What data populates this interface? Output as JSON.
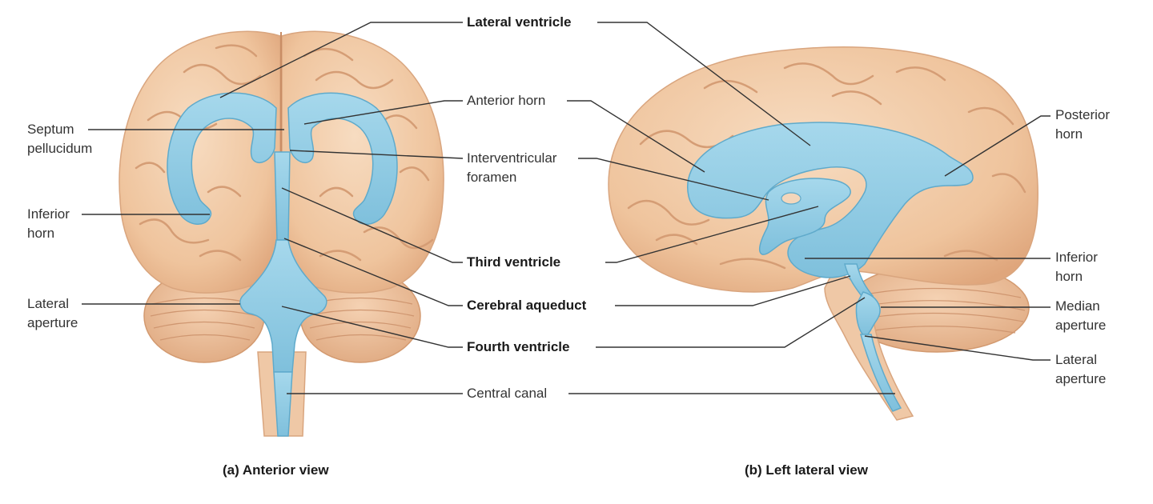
{
  "labels": {
    "lateral_ventricle": "Lateral ventricle",
    "anterior_horn": "Anterior horn",
    "interventricular_1": "Interventricular",
    "interventricular_2": "foramen",
    "third_ventricle": "Third ventricle",
    "cerebral_aqueduct": "Cerebral aqueduct",
    "fourth_ventricle": "Fourth ventricle",
    "central_canal": "Central canal",
    "septum_1": "Septum",
    "septum_2": "pellucidum",
    "inferior_horn_a_1": "Inferior",
    "inferior_horn_a_2": "horn",
    "lateral_aperture_a_1": "Lateral",
    "lateral_aperture_a_2": "aperture",
    "posterior_horn_1": "Posterior",
    "posterior_horn_2": "horn",
    "inferior_horn_b_1": "Inferior",
    "inferior_horn_b_2": "horn",
    "median_aperture_1": "Median",
    "median_aperture_2": "aperture",
    "lateral_aperture_b_1": "Lateral",
    "lateral_aperture_b_2": "aperture"
  },
  "captions": {
    "anterior": "(a) Anterior view",
    "lateral": "(b) Left lateral view"
  },
  "colors": {
    "brain": "#f1c9a5",
    "brain_shadow": "#e3ac82",
    "ventricle": "#8fcbe3",
    "ventricle_edge": "#5faacb",
    "leader": "#333333"
  }
}
